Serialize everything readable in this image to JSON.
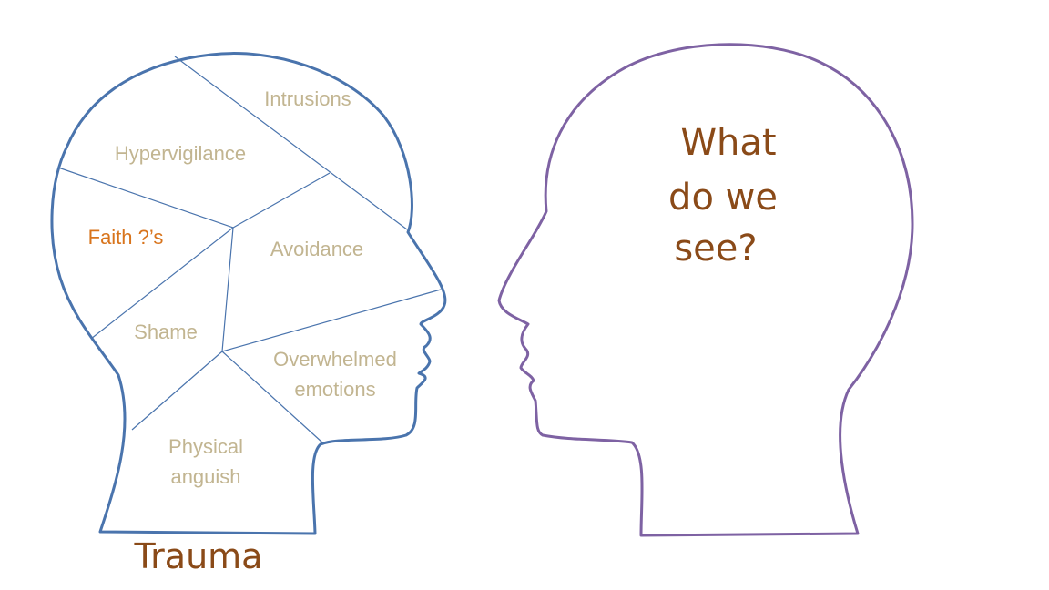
{
  "colors": {
    "left_head_outline": "#4a74ad",
    "right_head_outline": "#7e62a3",
    "region_text": "#c2b591",
    "highlight_text": "#d8741c",
    "caption_text": "#8a4a18"
  },
  "left_head": {
    "caption": "Trauma",
    "regions": [
      {
        "id": "intrusions",
        "lines": [
          "Intrusions"
        ]
      },
      {
        "id": "hypervigilance",
        "lines": [
          "Hypervigilance"
        ]
      },
      {
        "id": "faith",
        "lines": [
          "Faith ?’s"
        ],
        "highlight": true
      },
      {
        "id": "avoidance",
        "lines": [
          "Avoidance"
        ]
      },
      {
        "id": "shame",
        "lines": [
          "Shame"
        ]
      },
      {
        "id": "overwhelmed",
        "lines": [
          "Overwhelmed",
          "emotions"
        ]
      },
      {
        "id": "physical",
        "lines": [
          "Physical",
          "anguish"
        ]
      }
    ]
  },
  "right_head": {
    "question_lines": [
      "What",
      "do we",
      "see?"
    ]
  }
}
